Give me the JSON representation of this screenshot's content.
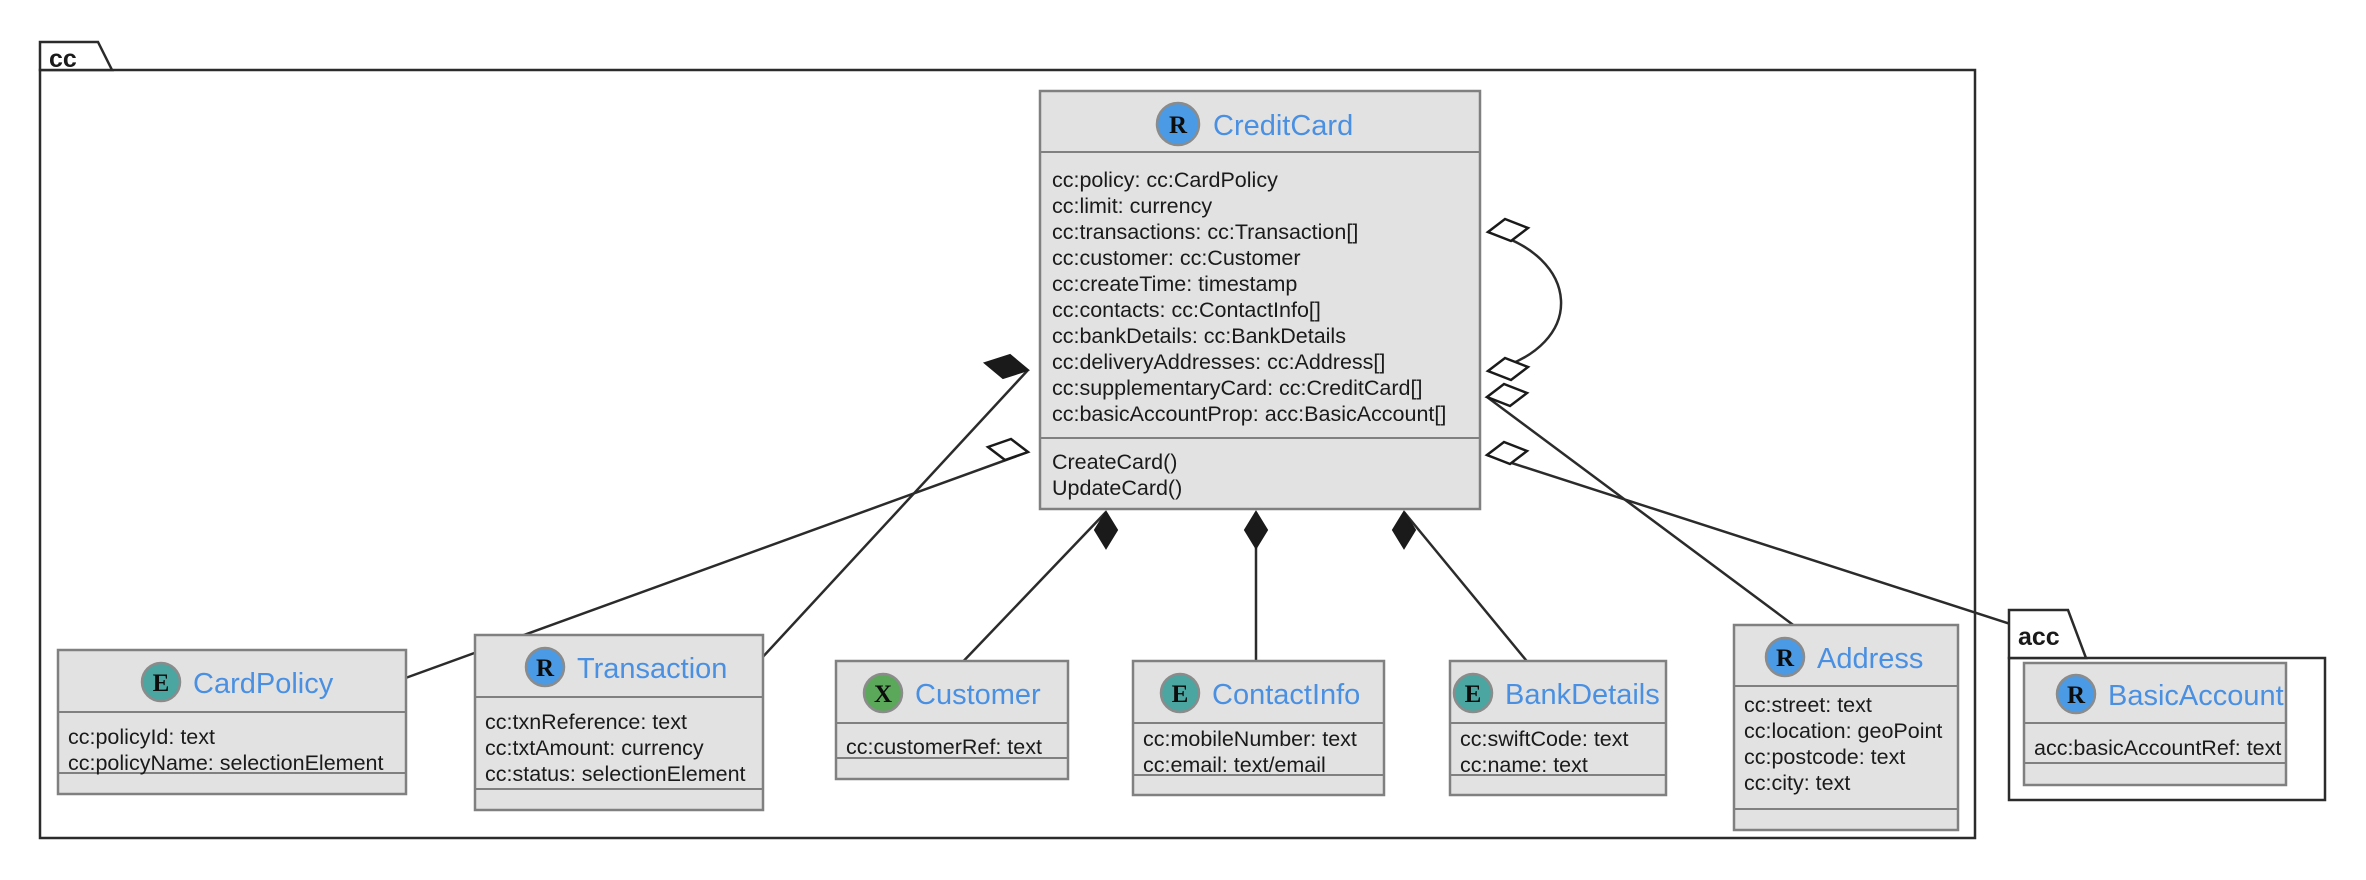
{
  "diagram": {
    "kind": "uml-class-diagram",
    "colors": {
      "class_fill": "#e2e2e2",
      "class_border": "#808080",
      "class_title": "#4a90e2",
      "frame_stroke": "#2b2b2b",
      "icon_resource": "#4a9ae5",
      "icon_entity": "#4ba5a0",
      "icon_external": "#5ba85a",
      "text": "#1a1a1a"
    },
    "packages": [
      {
        "id": "cc",
        "label": "cc"
      },
      {
        "id": "acc",
        "label": "acc"
      }
    ],
    "classes": [
      {
        "id": "creditcard",
        "name": "CreditCard",
        "icon": "resource-r-icon",
        "icon_letter": "R",
        "icon_color": "#4a9ae5",
        "attributes": [
          "cc:policy: cc:CardPolicy",
          "cc:limit: currency",
          "cc:transactions: cc:Transaction[]",
          "cc:customer: cc:Customer",
          "cc:createTime: timestamp",
          "cc:contacts: cc:ContactInfo[]",
          "cc:bankDetails: cc:BankDetails",
          "cc:deliveryAddresses: cc:Address[]",
          "cc:supplementaryCard: cc:CreditCard[]",
          "cc:basicAccountProp: acc:BasicAccount[]"
        ],
        "operations": [
          "CreateCard()",
          "UpdateCard()"
        ]
      },
      {
        "id": "cardpolicy",
        "name": "CardPolicy",
        "icon": "entity-e-icon",
        "icon_letter": "E",
        "icon_color": "#4ba5a0",
        "attributes": [
          "cc:policyId: text",
          "cc:policyName: selectionElement"
        ],
        "operations": []
      },
      {
        "id": "transaction",
        "name": "Transaction",
        "icon": "resource-r-icon",
        "icon_letter": "R",
        "icon_color": "#4a9ae5",
        "attributes": [
          "cc:txnReference: text",
          "cc:txtAmount: currency",
          "cc:status: selectionElement"
        ],
        "operations": []
      },
      {
        "id": "customer",
        "name": "Customer",
        "icon": "external-x-icon",
        "icon_letter": "X",
        "icon_color": "#5ba85a",
        "attributes": [
          "cc:customerRef: text"
        ],
        "operations": []
      },
      {
        "id": "contactinfo",
        "name": "ContactInfo",
        "icon": "entity-e-icon",
        "icon_letter": "E",
        "icon_color": "#4ba5a0",
        "attributes": [
          "cc:mobileNumber: text",
          "cc:email: text/email"
        ],
        "operations": []
      },
      {
        "id": "bankdetails",
        "name": "BankDetails",
        "icon": "entity-e-icon",
        "icon_letter": "E",
        "icon_color": "#4ba5a0",
        "attributes": [
          "cc:swiftCode: text",
          "cc:name: text"
        ],
        "operations": []
      },
      {
        "id": "address",
        "name": "Address",
        "icon": "resource-r-icon",
        "icon_letter": "R",
        "icon_color": "#4a9ae5",
        "attributes": [
          "cc:street: text",
          "cc:location: geoPoint",
          "cc:postcode: text",
          "cc:city: text"
        ],
        "operations": []
      },
      {
        "id": "basicaccount",
        "name": "BasicAccount",
        "icon": "resource-r-icon",
        "icon_letter": "R",
        "icon_color": "#4a9ae5",
        "attributes": [
          "acc:basicAccountRef: text"
        ],
        "operations": []
      }
    ],
    "relationships": [
      {
        "from": "creditcard",
        "to": "cardpolicy",
        "type": "aggregation"
      },
      {
        "from": "creditcard",
        "to": "transaction",
        "type": "composition"
      },
      {
        "from": "creditcard",
        "to": "customer",
        "type": "composition"
      },
      {
        "from": "creditcard",
        "to": "contactinfo",
        "type": "composition"
      },
      {
        "from": "creditcard",
        "to": "bankdetails",
        "type": "composition"
      },
      {
        "from": "creditcard",
        "to": "address",
        "type": "aggregation"
      },
      {
        "from": "creditcard",
        "to": "basicaccount",
        "type": "aggregation"
      },
      {
        "from": "creditcard",
        "to": "creditcard",
        "type": "aggregation-self"
      }
    ]
  }
}
